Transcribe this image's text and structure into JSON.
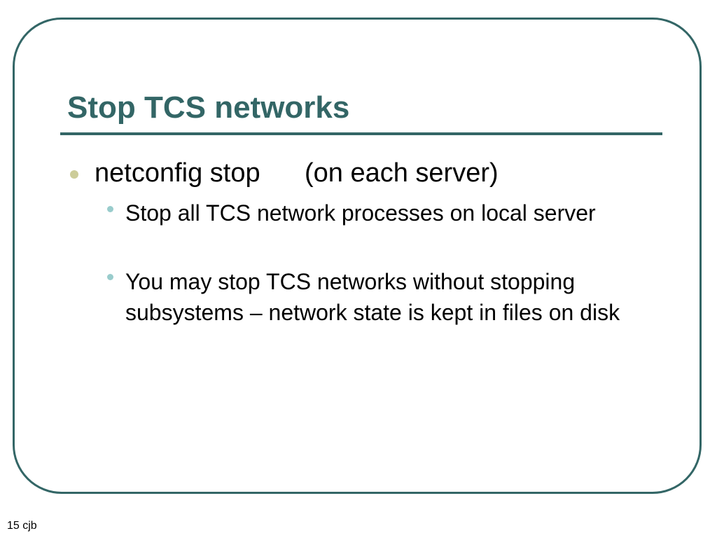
{
  "slide": {
    "title": "Stop TCS networks",
    "bullets": [
      {
        "text": "netconfig stop",
        "note": "(on each server)",
        "sub_bullets": [
          "Stop all TCS network processes on local server",
          "You may stop TCS networks without stopping subsystems – network state is kept in files on disk"
        ]
      }
    ],
    "footer": {
      "page_number": "15",
      "author": "cjb"
    }
  },
  "colors": {
    "title": "#336666",
    "frame": "#336666",
    "bullet_level1": "#cccc99",
    "bullet_level2": "#99cccc",
    "text": "#000000"
  }
}
